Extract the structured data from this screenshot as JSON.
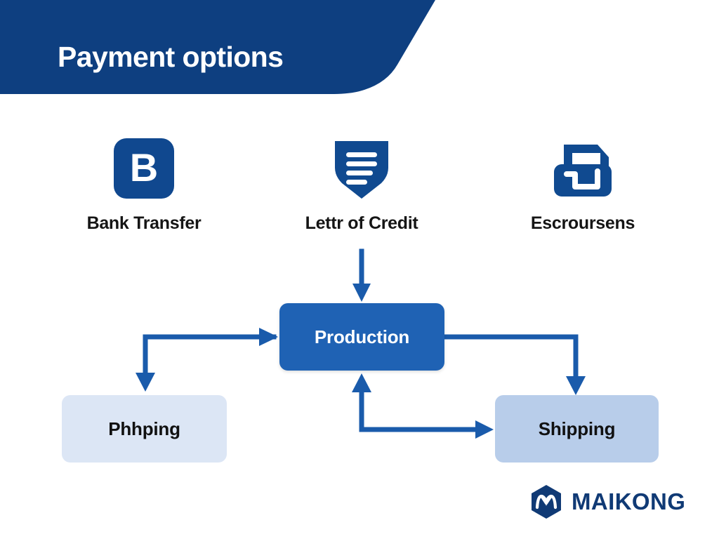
{
  "header": {
    "title": "Payment options",
    "background_color": "#0e3f80"
  },
  "payment_options": [
    {
      "id": "bank-transfer",
      "label": "Bank Transfer",
      "icon": "bank-square-b-icon",
      "icon_letter": "B",
      "icon_color": "#10488f"
    },
    {
      "id": "letter-of-credit",
      "label": "Lettr of Credit",
      "icon": "document-shield-icon",
      "icon_color": "#104a90"
    },
    {
      "id": "escrow",
      "label": "Escroursens",
      "icon": "padlock-icon",
      "icon_color": "#104a90"
    }
  ],
  "flow": {
    "production": {
      "label": "Production",
      "fill": "#1f62b4",
      "text_color": "#ffffff"
    },
    "phhping": {
      "label": "Phhping",
      "fill": "#dce6f5",
      "text_color": "#111111"
    },
    "shipping": {
      "label": "Shipping",
      "fill": "#b8cdea",
      "text_color": "#111111"
    },
    "arrow_color": "#1a5bab"
  },
  "brand": {
    "name": "MAIKONG",
    "mark": "hexagon-m-logo-icon",
    "color": "#103a75"
  },
  "theme": {
    "page_background": "#ffffff",
    "navy": "#0e3f80",
    "blue": "#1f62b4",
    "light_blue": "#dce6f5",
    "mid_light_blue": "#b8cdea",
    "text_dark": "#151515"
  }
}
